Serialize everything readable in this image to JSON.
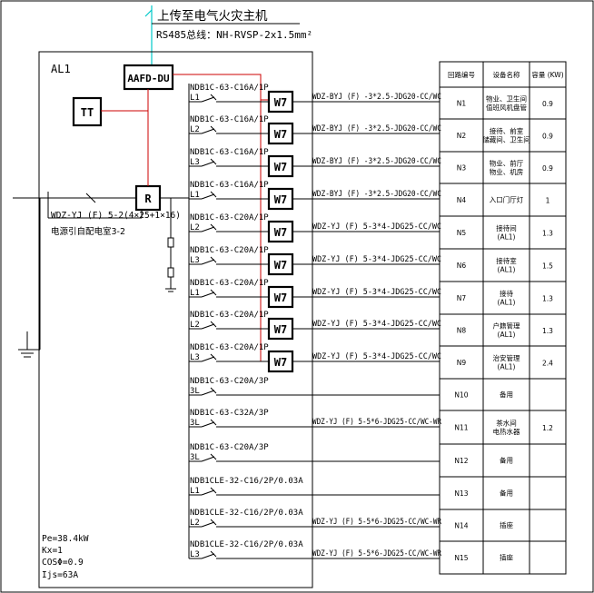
{
  "header": {
    "upload_title": "上传至电气火灾主机",
    "bus_spec": "RS485总线：NH-RVSP-2x1.5mm²"
  },
  "panel": {
    "label": "AL1",
    "monitor_label": "AAFD-DU",
    "tt_label": "TT",
    "r_label": "R",
    "incoming_cable": "WDZ-YJ (F) 5-2(4×25+1×16)",
    "incoming_source": "电源引自配电室3-2"
  },
  "summary": [
    "Pe=38.4kW",
    "Kx=1",
    "COSΦ=0.9",
    "Ijs=63A"
  ],
  "table": {
    "headers": [
      "回路编号",
      "设备名称",
      "容量 (KW)"
    ],
    "rows": [
      {
        "id": "N1",
        "name": "物业、卫生间\n值班风机盘管",
        "kw": "0.9"
      },
      {
        "id": "N2",
        "name": "接待、前室\n储藏间、卫生间",
        "kw": "0.9"
      },
      {
        "id": "N3",
        "name": "物业、前厅\n物业、机房",
        "kw": "0.9"
      },
      {
        "id": "N4",
        "name": "入口门厅灯",
        "kw": "1"
      },
      {
        "id": "N5",
        "name": "接待间\n(AL1)",
        "kw": "1.3"
      },
      {
        "id": "N6",
        "name": "接待室\n(AL1)",
        "kw": "1.5"
      },
      {
        "id": "N7",
        "name": "接待\n(AL1)",
        "kw": "1.3"
      },
      {
        "id": "N8",
        "name": "户籍管理\n(AL1)",
        "kw": "1.3"
      },
      {
        "id": "N9",
        "name": "治安管理\n(AL1)",
        "kw": "2.4"
      },
      {
        "id": "N10",
        "name": "备用",
        "kw": ""
      },
      {
        "id": "N11",
        "name": "茶水间\n电热水器",
        "kw": "1.2"
      },
      {
        "id": "N12",
        "name": "备用",
        "kw": ""
      },
      {
        "id": "N13",
        "name": "备用",
        "kw": ""
      },
      {
        "id": "N14",
        "name": "插座",
        "kw": ""
      },
      {
        "id": "N15",
        "name": "插座",
        "kw": ""
      }
    ]
  },
  "circuits": [
    {
      "breaker": "NDB1C-63-C16A/1P",
      "phase": "L1",
      "monitor": "W7",
      "cable": "WDZ-BYJ (F) -3*2.5-JDG20-CC/WC"
    },
    {
      "breaker": "NDB1C-63-C16A/1P",
      "phase": "L2",
      "monitor": "W7",
      "cable": "WDZ-BYJ (F) -3*2.5-JDG20-CC/WC"
    },
    {
      "breaker": "NDB1C-63-C16A/1P",
      "phase": "L3",
      "monitor": "W7",
      "cable": "WDZ-BYJ (F) -3*2.5-JDG20-CC/WC"
    },
    {
      "breaker": "NDB1C-63-C16A/1P",
      "phase": "L1",
      "monitor": "W7",
      "cable": "WDZ-BYJ (F) -3*2.5-JDG20-CC/WC"
    },
    {
      "breaker": "NDB1C-63-C20A/1P",
      "phase": "L2",
      "monitor": "W7",
      "cable": "WDZ-YJ (F) 5-3*4-JDG25-CC/WC"
    },
    {
      "breaker": "NDB1C-63-C20A/1P",
      "phase": "L3",
      "monitor": "W7",
      "cable": "WDZ-YJ (F) 5-3*4-JDG25-CC/WC"
    },
    {
      "breaker": "NDB1C-63-C20A/1P",
      "phase": "L1",
      "monitor": "W7",
      "cable": "WDZ-YJ (F) 5-3*4-JDG25-CC/WC"
    },
    {
      "breaker": "NDB1C-63-C20A/1P",
      "phase": "L2",
      "monitor": "W7",
      "cable": "WDZ-YJ (F) 5-3*4-JDG25-CC/WC"
    },
    {
      "breaker": "NDB1C-63-C20A/1P",
      "phase": "L3",
      "monitor": "W7",
      "cable": "WDZ-YJ (F) 5-3*4-JDG25-CC/WC"
    },
    {
      "breaker": "NDB1C-63-C20A/3P",
      "phase": "3L",
      "monitor": "",
      "cable": ""
    },
    {
      "breaker": "NDB1C-63-C32A/3P",
      "phase": "3L",
      "monitor": "",
      "cable": "WDZ-YJ (F) 5-5*6-JDG25-CC/WC-WR"
    },
    {
      "breaker": "NDB1C-63-C20A/3P",
      "phase": "3L",
      "monitor": "",
      "cable": ""
    },
    {
      "breaker": "NDB1CLE-32-C16/2P/0.03A",
      "phase": "L1",
      "monitor": "",
      "cable": ""
    },
    {
      "breaker": "NDB1CLE-32-C16/2P/0.03A",
      "phase": "L2",
      "monitor": "",
      "cable": "WDZ-YJ (F) 5-5*6-JDG25-CC/WC-WR"
    },
    {
      "breaker": "NDB1CLE-32-C16/2P/0.03A",
      "phase": "L3",
      "monitor": "",
      "cable": "WDZ-YJ (F) 5-5*6-JDG25-CC/WC-WR"
    }
  ],
  "colors": {
    "line": "#000000",
    "signal": "#cc0000",
    "bus": "#00c8c8"
  }
}
